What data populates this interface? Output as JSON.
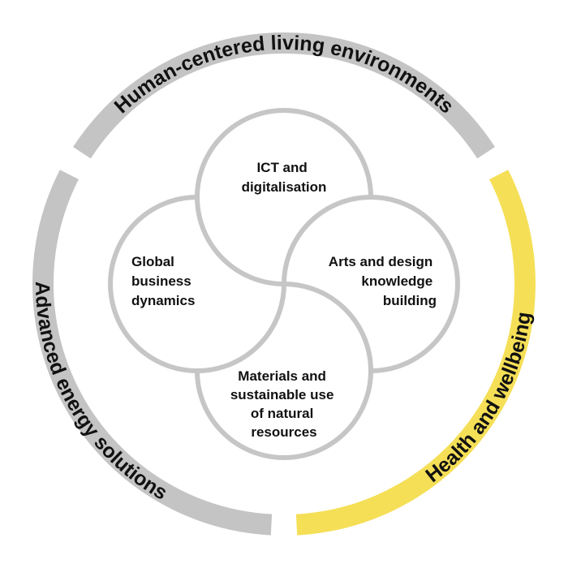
{
  "colors": {
    "ring_grey": "#c4c4c4",
    "ring_yellow": "#f5df57",
    "circle_stroke": "#c6c6c6",
    "text": "#111111"
  },
  "outer_ring": {
    "top": {
      "label": "Human-centered living environments",
      "color": "#c4c4c4"
    },
    "left": {
      "label": "Advanced energy solutions",
      "color": "#c4c4c4"
    },
    "right": {
      "label": "Health and wellbeing",
      "color": "#f5df57"
    }
  },
  "themes": {
    "top": {
      "lines": [
        "ICT and",
        "digitalisation"
      ]
    },
    "left": {
      "lines": [
        "Global",
        "business",
        "dynamics"
      ]
    },
    "right": {
      "lines": [
        "Arts and design",
        "knowledge",
        "building"
      ]
    },
    "bottom": {
      "lines": [
        "Materials and",
        "sustainable use",
        "of natural",
        "resources"
      ]
    }
  }
}
